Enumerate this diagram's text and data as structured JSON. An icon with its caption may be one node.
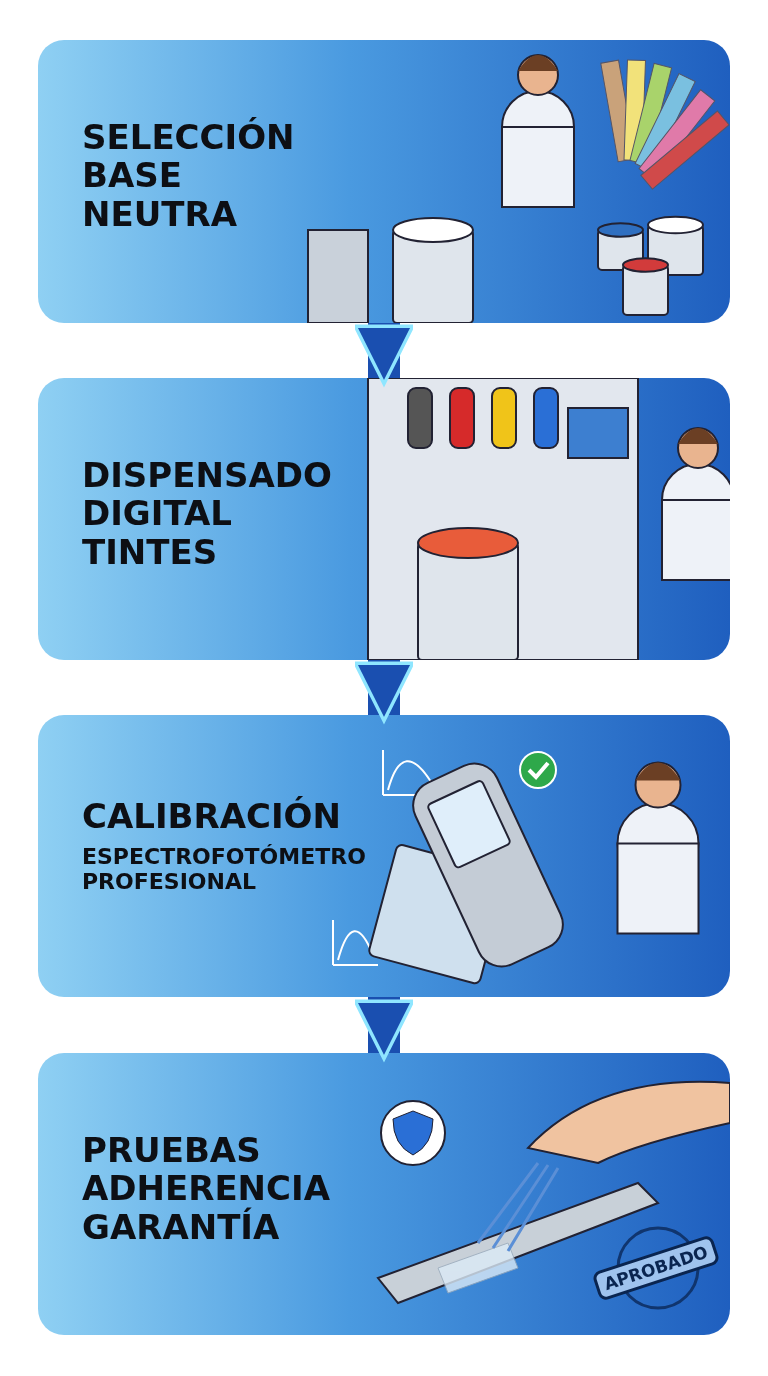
{
  "diagram": {
    "nodes": [
      {
        "text": [
          "SELECCIÓN BASE NEUTRA"
        ]
      },
      {
        "text": [
          "DISPENSADO DIGITAL TINTES"
        ]
      },
      {
        "text": [
          "CALIBRACIÓN",
          "ESPECTROFOTÓMETRO PROFESIONAL"
        ]
      },
      {
        "text": [
          "PRUEBAS ADHERENCIA GARANTÍA"
        ]
      }
    ],
    "edges": [
      {
        "from": 0,
        "to": 1,
        "arrow": "to"
      },
      {
        "from": 1,
        "to": 2,
        "arrow": "to"
      },
      {
        "from": 2,
        "to": 3,
        "arrow": "to"
      }
    ],
    "labels": [
      "APROBADO"
    ]
  }
}
